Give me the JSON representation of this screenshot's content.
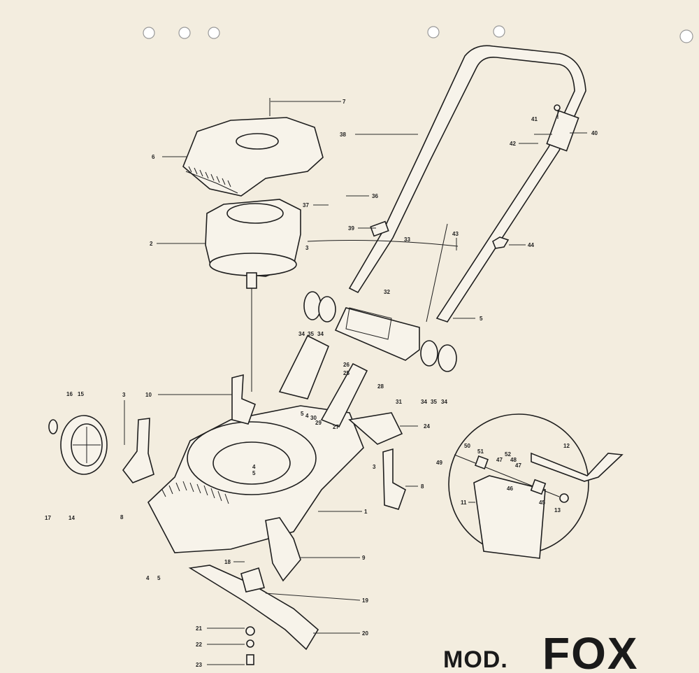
{
  "title": {
    "mod": "MOD.",
    "model": "FOX"
  },
  "callouts": [
    {
      "id": "c7",
      "text": "7"
    },
    {
      "id": "c6",
      "text": "6"
    },
    {
      "id": "c38",
      "text": "38"
    },
    {
      "id": "c41",
      "text": "41"
    },
    {
      "id": "c40",
      "text": "40"
    },
    {
      "id": "c42",
      "text": "42"
    },
    {
      "id": "c36",
      "text": "36"
    },
    {
      "id": "c37",
      "text": "37"
    },
    {
      "id": "c39",
      "text": "39"
    },
    {
      "id": "c33",
      "text": "33"
    },
    {
      "id": "c43",
      "text": "43"
    },
    {
      "id": "c44",
      "text": "44"
    },
    {
      "id": "c2",
      "text": "2"
    },
    {
      "id": "c3a",
      "text": "3"
    },
    {
      "id": "c32",
      "text": "32"
    },
    {
      "id": "c5a",
      "text": "5"
    },
    {
      "id": "c34a",
      "text": "34"
    },
    {
      "id": "c35a",
      "text": "35"
    },
    {
      "id": "c34b",
      "text": "34"
    },
    {
      "id": "c26",
      "text": "26"
    },
    {
      "id": "c25",
      "text": "25"
    },
    {
      "id": "c28",
      "text": "28"
    },
    {
      "id": "c31",
      "text": "31"
    },
    {
      "id": "c34c",
      "text": "34"
    },
    {
      "id": "c35b",
      "text": "35"
    },
    {
      "id": "c34d",
      "text": "34"
    },
    {
      "id": "c10",
      "text": "10"
    },
    {
      "id": "c16",
      "text": "16"
    },
    {
      "id": "c15",
      "text": "15"
    },
    {
      "id": "c3b",
      "text": "3"
    },
    {
      "id": "c5b",
      "text": "5"
    },
    {
      "id": "c4a",
      "text": "4"
    },
    {
      "id": "c30",
      "text": "30"
    },
    {
      "id": "c29",
      "text": "29"
    },
    {
      "id": "c27",
      "text": "27"
    },
    {
      "id": "c24",
      "text": "24"
    },
    {
      "id": "c12",
      "text": "12"
    },
    {
      "id": "c50",
      "text": "50"
    },
    {
      "id": "c51",
      "text": "51"
    },
    {
      "id": "c52",
      "text": "52"
    },
    {
      "id": "c47a",
      "text": "47"
    },
    {
      "id": "c48",
      "text": "48"
    },
    {
      "id": "c47b",
      "text": "47"
    },
    {
      "id": "c49",
      "text": "49"
    },
    {
      "id": "c46",
      "text": "46"
    },
    {
      "id": "c45",
      "text": "45"
    },
    {
      "id": "c11",
      "text": "11"
    },
    {
      "id": "c13",
      "text": "13"
    },
    {
      "id": "c3c",
      "text": "3"
    },
    {
      "id": "c8a",
      "text": "8"
    },
    {
      "id": "c4b",
      "text": "4"
    },
    {
      "id": "c5c",
      "text": "5"
    },
    {
      "id": "c17",
      "text": "17"
    },
    {
      "id": "c14",
      "text": "14"
    },
    {
      "id": "c8b",
      "text": "8"
    },
    {
      "id": "c1",
      "text": "1"
    },
    {
      "id": "c4c",
      "text": "4"
    },
    {
      "id": "c5d",
      "text": "5"
    },
    {
      "id": "c18",
      "text": "18"
    },
    {
      "id": "c9",
      "text": "9"
    },
    {
      "id": "c19",
      "text": "19"
    },
    {
      "id": "c21",
      "text": "21"
    },
    {
      "id": "c20",
      "text": "20"
    },
    {
      "id": "c22",
      "text": "22"
    },
    {
      "id": "c23",
      "text": "23"
    }
  ]
}
